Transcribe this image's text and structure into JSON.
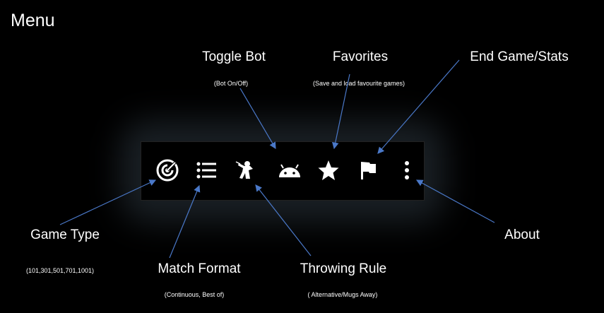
{
  "title": "Menu",
  "toolbar": {
    "icons": [
      {
        "icon": "radar-icon",
        "label": "Game Type"
      },
      {
        "icon": "list-icon",
        "label": "Match Format"
      },
      {
        "icon": "thrower-icon",
        "label": "Throwing Rule"
      },
      {
        "icon": "android-icon",
        "label": "Toggle Bot"
      },
      {
        "icon": "star-icon",
        "label": "Favorites"
      },
      {
        "icon": "flag-icon",
        "label": "End Game/Stats"
      },
      {
        "icon": "more-vert-icon",
        "label": "About"
      }
    ]
  },
  "annotations": {
    "toggle_bot": {
      "label": "Toggle Bot",
      "sub": "(Bot On/Off)"
    },
    "favorites": {
      "label": "Favorites",
      "sub": "(Save and load favourite games)"
    },
    "end_game": {
      "label": "End Game/Stats"
    },
    "game_type": {
      "label": "Game Type",
      "sub": "(101,301,501,701,1001)"
    },
    "match_format": {
      "label": "Match Format",
      "sub": "(Continuous, Best of)"
    },
    "throwing_rule": {
      "label": "Throwing Rule",
      "sub": "( Alternative/Mugs Away)"
    },
    "about": {
      "label": "About"
    }
  },
  "colors": {
    "background": "#000000",
    "arrow": "#4a78c8",
    "text": "#ffffff"
  }
}
